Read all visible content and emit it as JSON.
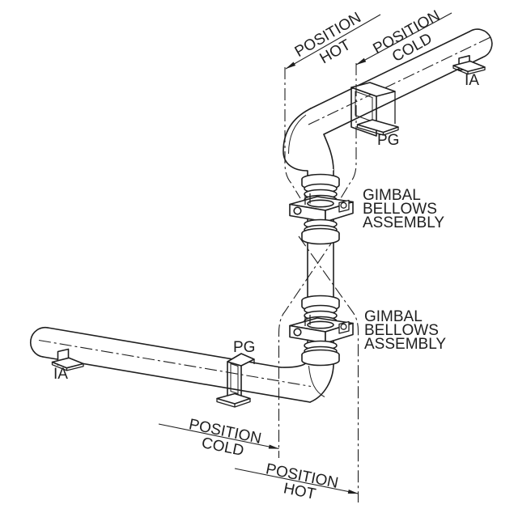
{
  "colors": {
    "background": "#ffffff",
    "line": "#1f1f1f"
  },
  "dimensions": {
    "top_hot": {
      "label": "POSITION",
      "state": "HOT"
    },
    "top_cold": {
      "label": "POSITION",
      "state": "COLD"
    },
    "bottom_cold": {
      "label": "POSITION",
      "state": "COLD"
    },
    "bottom_hot": {
      "label": "POSITION",
      "state": "HOT"
    }
  },
  "callouts": {
    "upper_assembly": {
      "line1": "GIMBAL",
      "line2": "BELLOWS",
      "line3": "ASSEMBLY"
    },
    "lower_assembly": {
      "line1": "GIMBAL",
      "line2": "BELLOWS",
      "line3": "ASSEMBLY"
    },
    "upper_guide": "PG",
    "lower_guide": "PG",
    "upper_anchor": "IA",
    "lower_anchor": "IA"
  }
}
